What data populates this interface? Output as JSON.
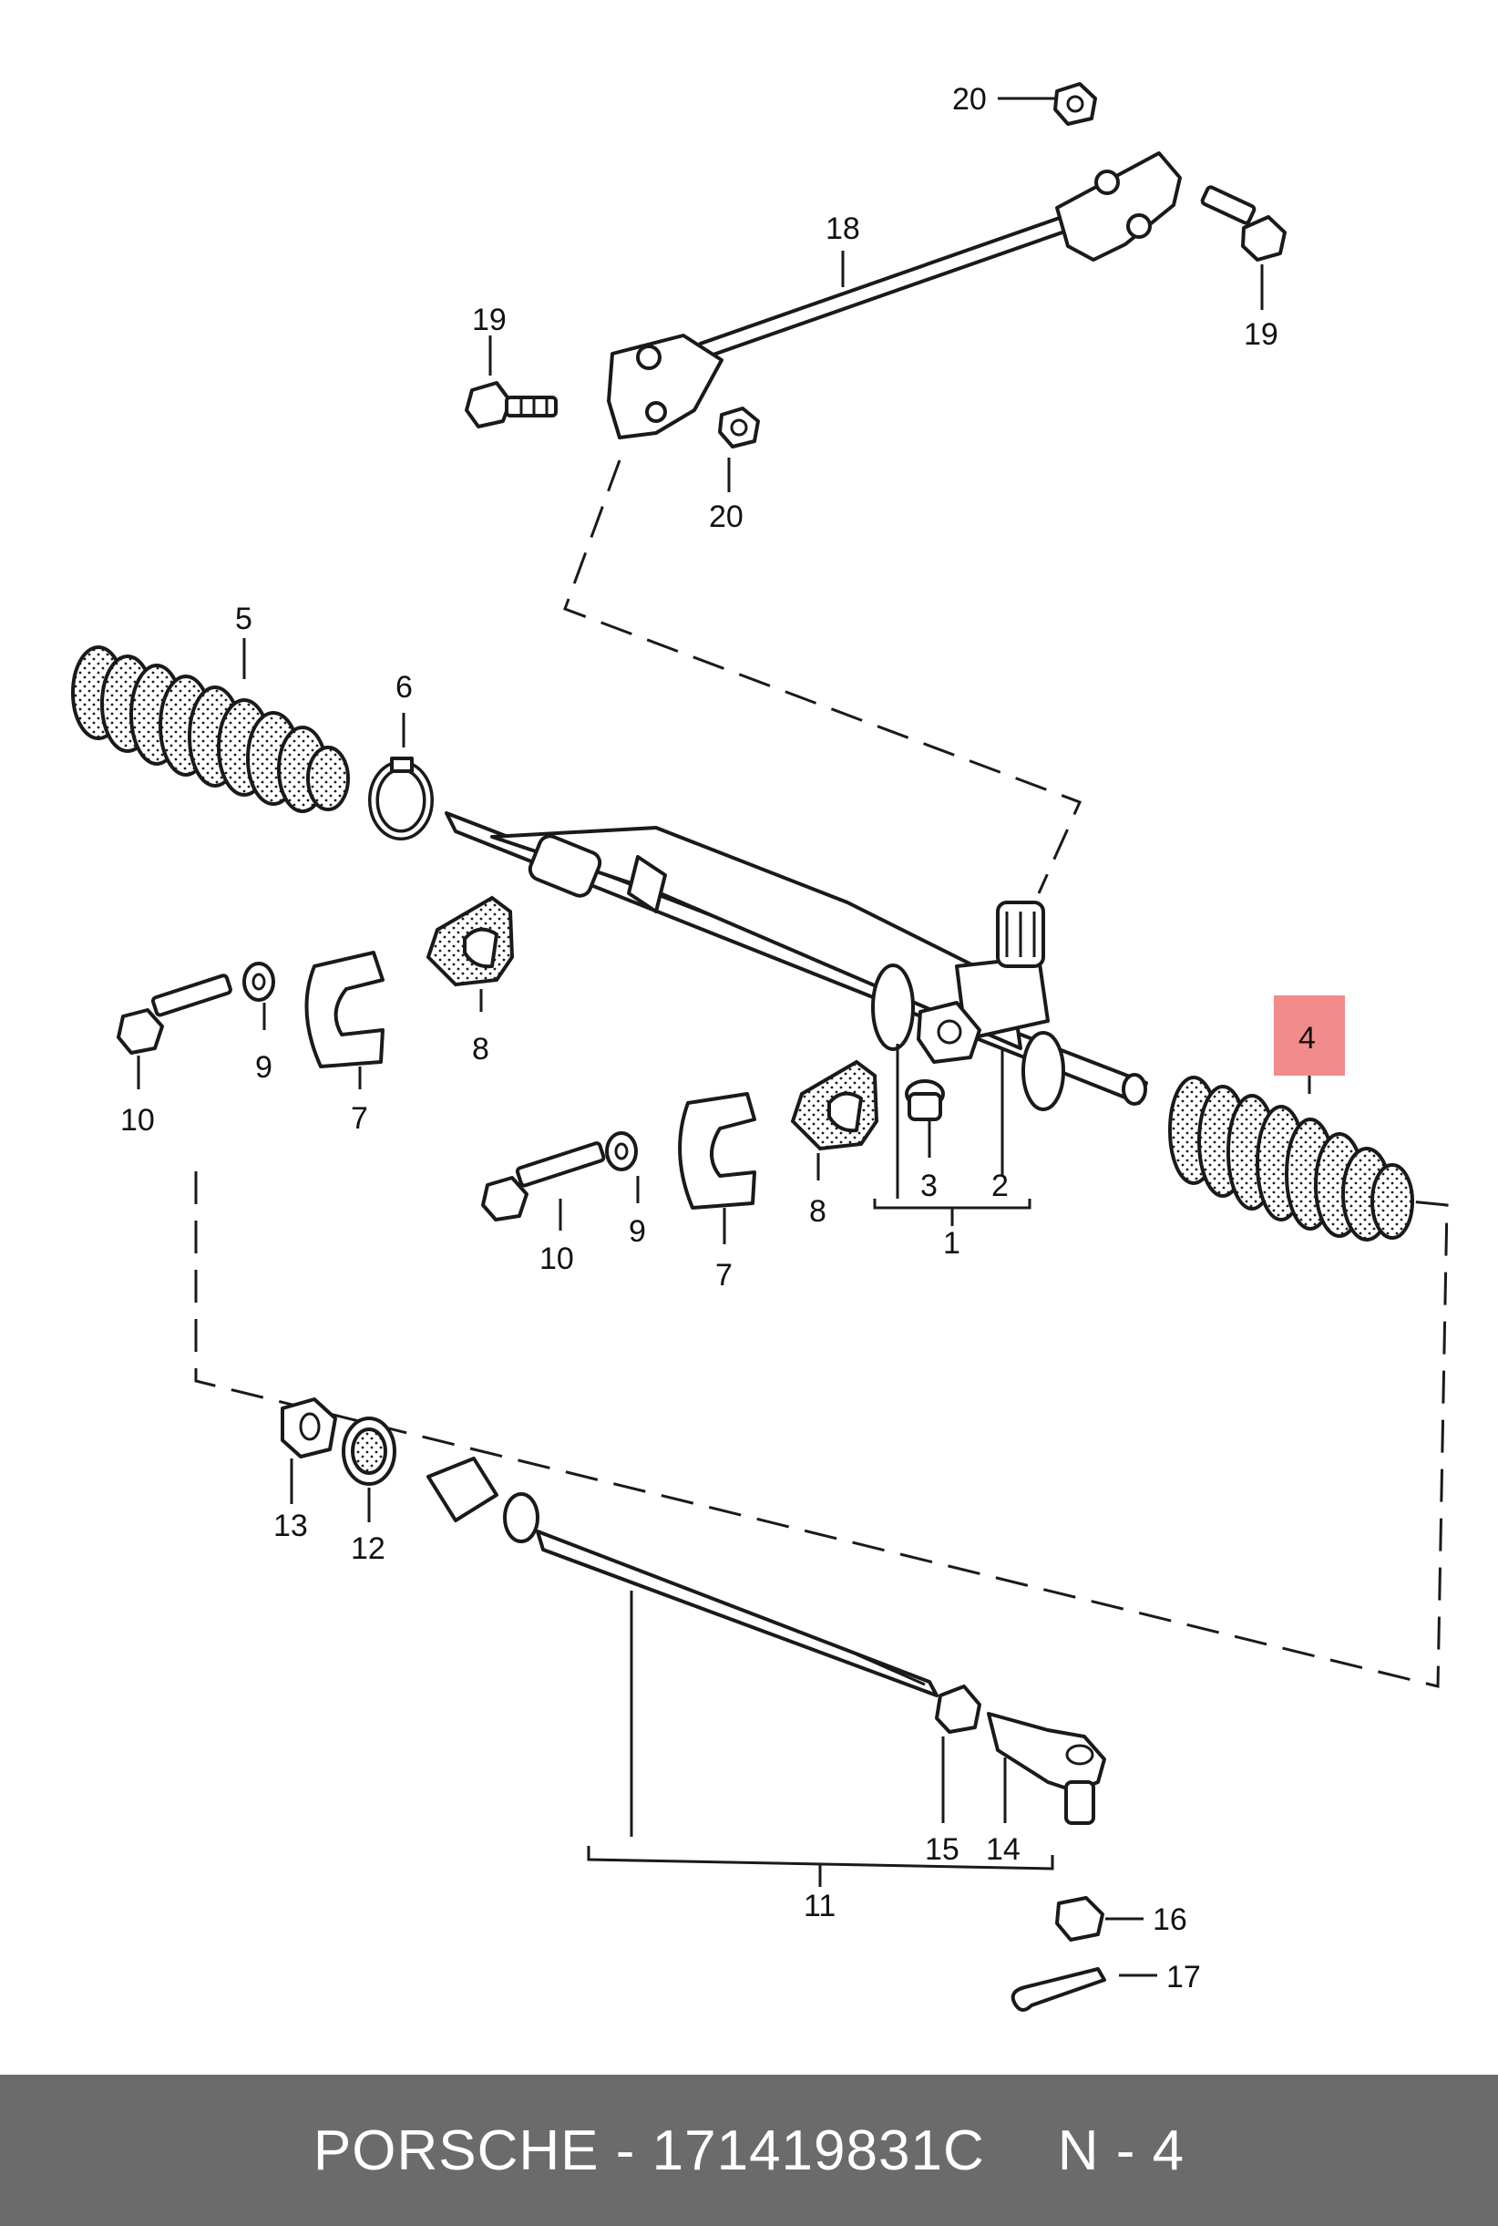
{
  "diagram": {
    "labels": [
      "1",
      "2",
      "3",
      "4",
      "5",
      "6",
      "7",
      "8",
      "9",
      "10",
      "11",
      "12",
      "13",
      "14",
      "15",
      "16",
      "17",
      "18",
      "19",
      "20"
    ],
    "highlight": {
      "label": "4",
      "color": "#f28b8b"
    }
  },
  "footer": {
    "brand": "PORSCHE",
    "separator": " - ",
    "part_number": "171419831C",
    "position": "N - 4",
    "background": "#6b6b6b"
  }
}
